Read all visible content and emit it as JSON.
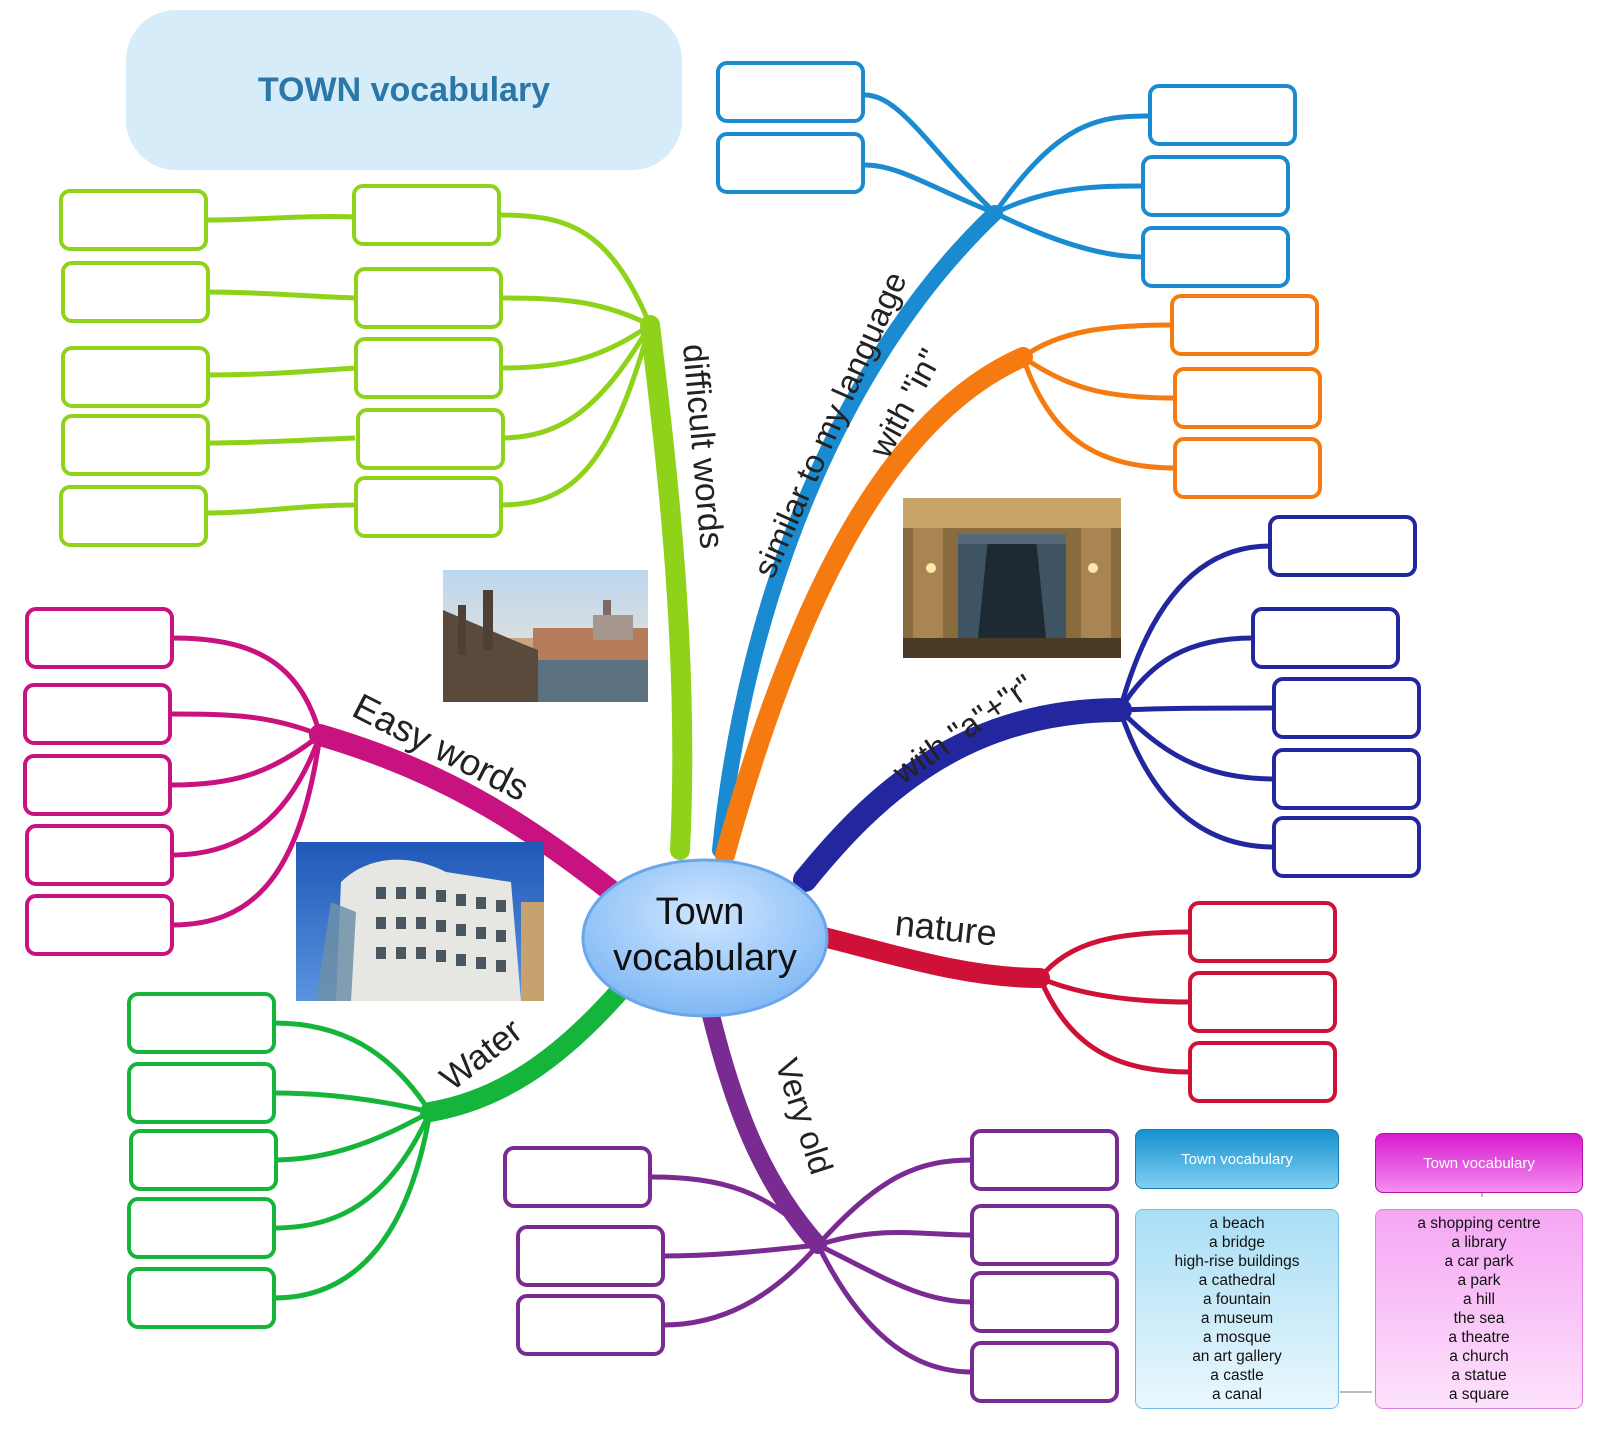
{
  "title": "TOWN vocabulary",
  "center": {
    "line1": "Town",
    "line2": "vocabulary"
  },
  "branches": [
    {
      "id": "difficult",
      "label": "difficult words",
      "color": "#8ed31a"
    },
    {
      "id": "similar",
      "label": "similar to my language",
      "color": "#1a8bd1"
    },
    {
      "id": "with-in",
      "label": "with \"in\"",
      "color": "#f57a0f"
    },
    {
      "id": "with-ar",
      "label": "with \"a\"+\"r\"",
      "color": "#23279f"
    },
    {
      "id": "nature",
      "label": "nature",
      "color": "#cf1137"
    },
    {
      "id": "very-old",
      "label": "Very old",
      "color": "#7a2b91"
    },
    {
      "id": "water",
      "label": "Water",
      "color": "#15b53b"
    },
    {
      "id": "easy",
      "label": "Easy words",
      "color": "#c8127f"
    }
  ],
  "images": [
    {
      "id": "prague-river",
      "icon": "photo-charles-bridge"
    },
    {
      "id": "theatre",
      "icon": "photo-theatre-stage"
    },
    {
      "id": "dancing-house",
      "icon": "photo-dancing-house"
    }
  ],
  "word_boxes": {
    "blue": {
      "header": "Town vocabulary",
      "words": [
        "a beach",
        "a bridge",
        "high-rise buildings",
        "a cathedral",
        "a fountain",
        "a museum",
        "a mosque",
        "an art gallery",
        "a castle",
        "a canal"
      ]
    },
    "pink": {
      "header": "Town vocabulary",
      "words": [
        "a shopping centre",
        "a library",
        "a car park",
        "a park",
        "a hill",
        "the sea",
        "a theatre",
        "a church",
        "a statue",
        "a square"
      ]
    }
  }
}
